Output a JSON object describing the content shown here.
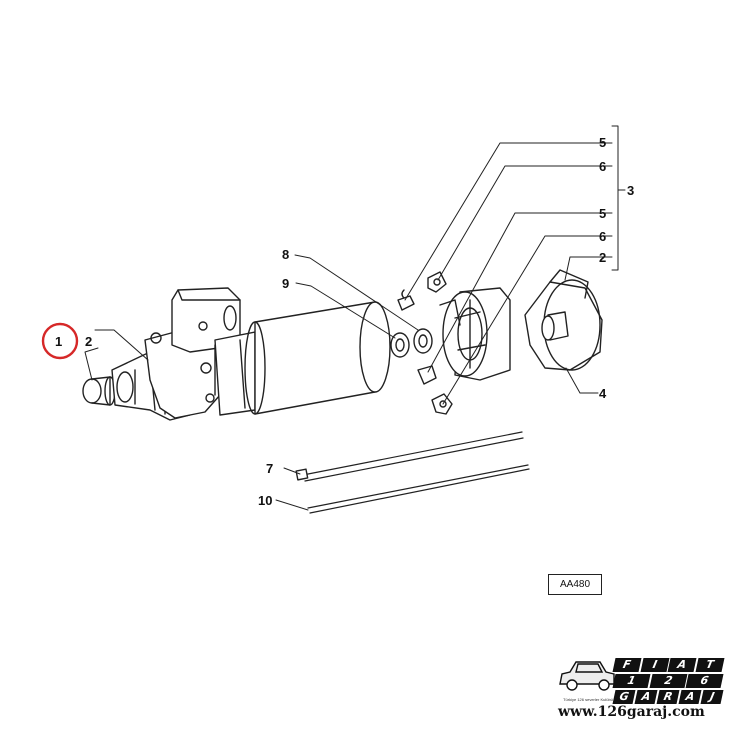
{
  "callouts": {
    "c1": "1",
    "c2a": "2",
    "c2b": "2",
    "c3": "3",
    "c4": "4",
    "c5a": "5",
    "c5b": "5",
    "c6a": "6",
    "c6b": "6",
    "c7": "7",
    "c8": "8",
    "c9": "9",
    "c10": "10"
  },
  "highlight_color": "#d62828",
  "reference_code": "AA480",
  "logo": {
    "word1": [
      "F",
      "I",
      "A",
      "T"
    ],
    "word2": [
      "1",
      "2",
      "6"
    ],
    "word3": [
      "G",
      "A",
      "R",
      "A",
      "J"
    ],
    "tagline": "Türkiye 126 severler Kulübü",
    "url": "www.126garaj.com",
    "icon": "car-icon"
  }
}
